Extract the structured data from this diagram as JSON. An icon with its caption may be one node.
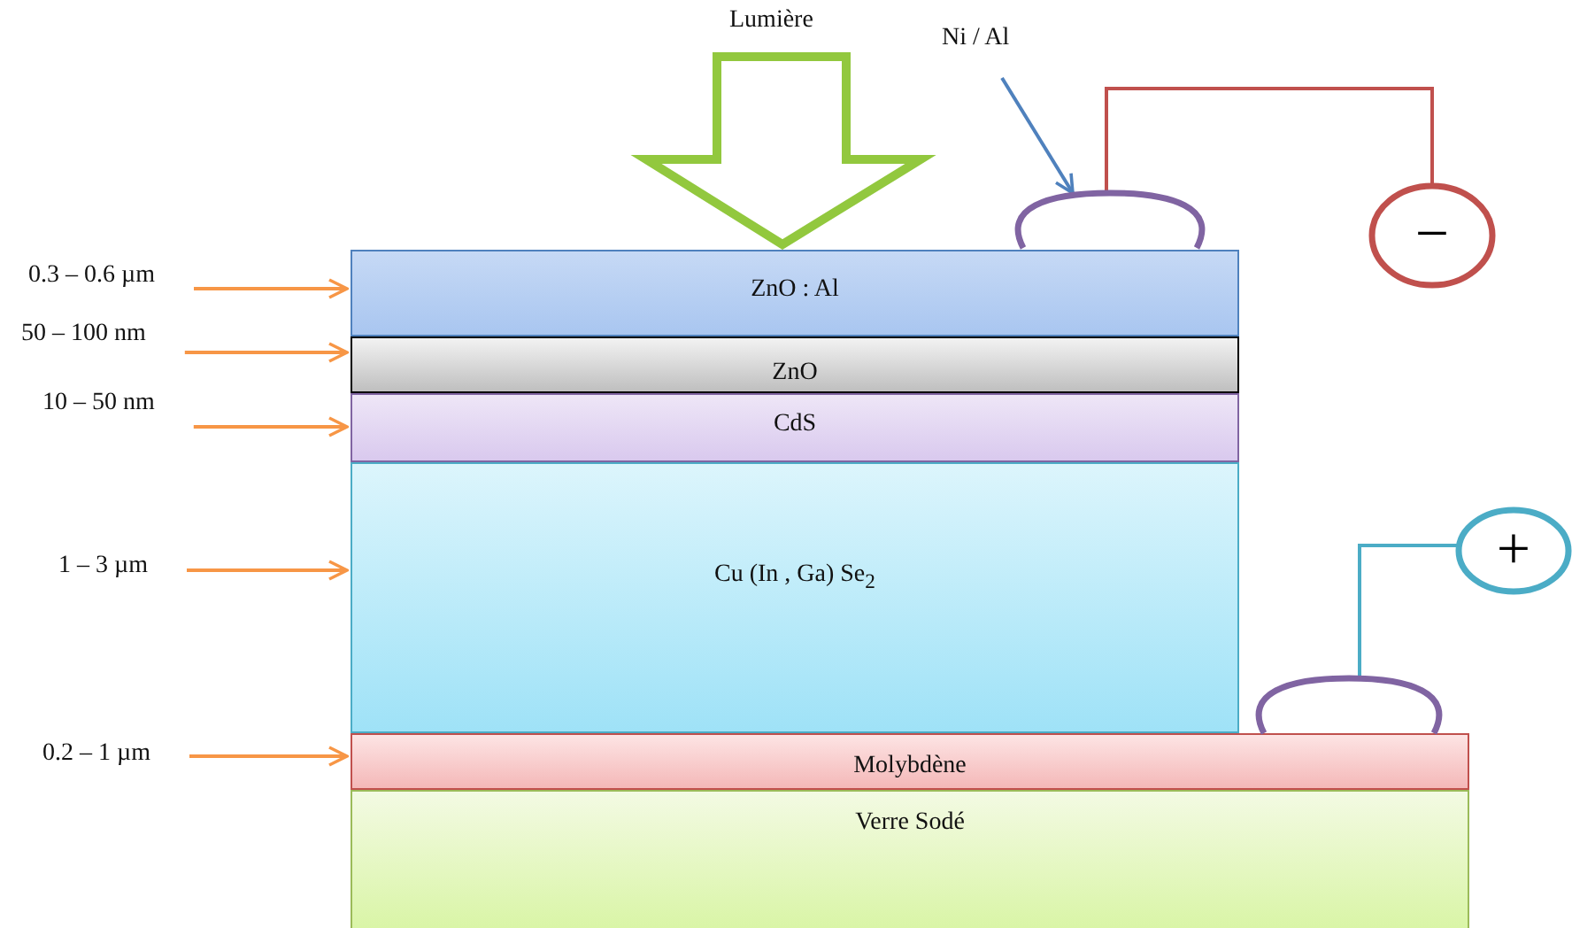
{
  "diagram": {
    "nodes": [
      {
        "text": [
          "ZnO : Al"
        ]
      },
      {
        "text": [
          "ZnO"
        ]
      },
      {
        "text": [
          "CdS"
        ]
      },
      {
        "text": [
          "Cu (In , Ga) Se$_{2}$"
        ]
      },
      {
        "text": [
          "Molybdène"
        ]
      },
      {
        "text": [
          "Verre Sodé"
        ]
      },
      {
        "text": [
          "Lumière"
        ]
      },
      {
        "text": [
          "0.3 – 0.6 µm"
        ]
      },
      {
        "text": [
          "50 – 100 nm"
        ]
      },
      {
        "text": [
          "10 – 50 nm"
        ]
      },
      {
        "text": [
          "1 – 3 µm"
        ]
      },
      {
        "text": [
          "0.2 – 1 µm"
        ]
      },
      {
        "text": [
          "Ni / Al"
        ]
      },
      {
        "text": [],
        "shape": "arc"
      },
      {
        "text": [
          "−"
        ]
      },
      {
        "text": [],
        "shape": "arc"
      },
      {
        "text": [
          "+"
        ]
      }
    ],
    "edges": [
      {
        "from": 6,
        "to": 0,
        "arrow": "to",
        "style": "thick",
        "color": "#92c83e"
      },
      {
        "from": 7,
        "to": 0,
        "arrow": "to"
      },
      {
        "from": 8,
        "to": 1,
        "arrow": "to"
      },
      {
        "from": 9,
        "to": 2,
        "arrow": "to"
      },
      {
        "from": 10,
        "to": 3,
        "arrow": "to"
      },
      {
        "from": 11,
        "to": 4,
        "arrow": "to"
      },
      {
        "from": 12,
        "to": 13,
        "arrow": "to",
        "color": "#4f81bd"
      },
      {
        "from": 13,
        "to": 14,
        "arrow": "none",
        "color": "#c0504d"
      },
      {
        "from": 15,
        "to": 16,
        "arrow": "none",
        "color": "#4bacc6"
      }
    ]
  }
}
